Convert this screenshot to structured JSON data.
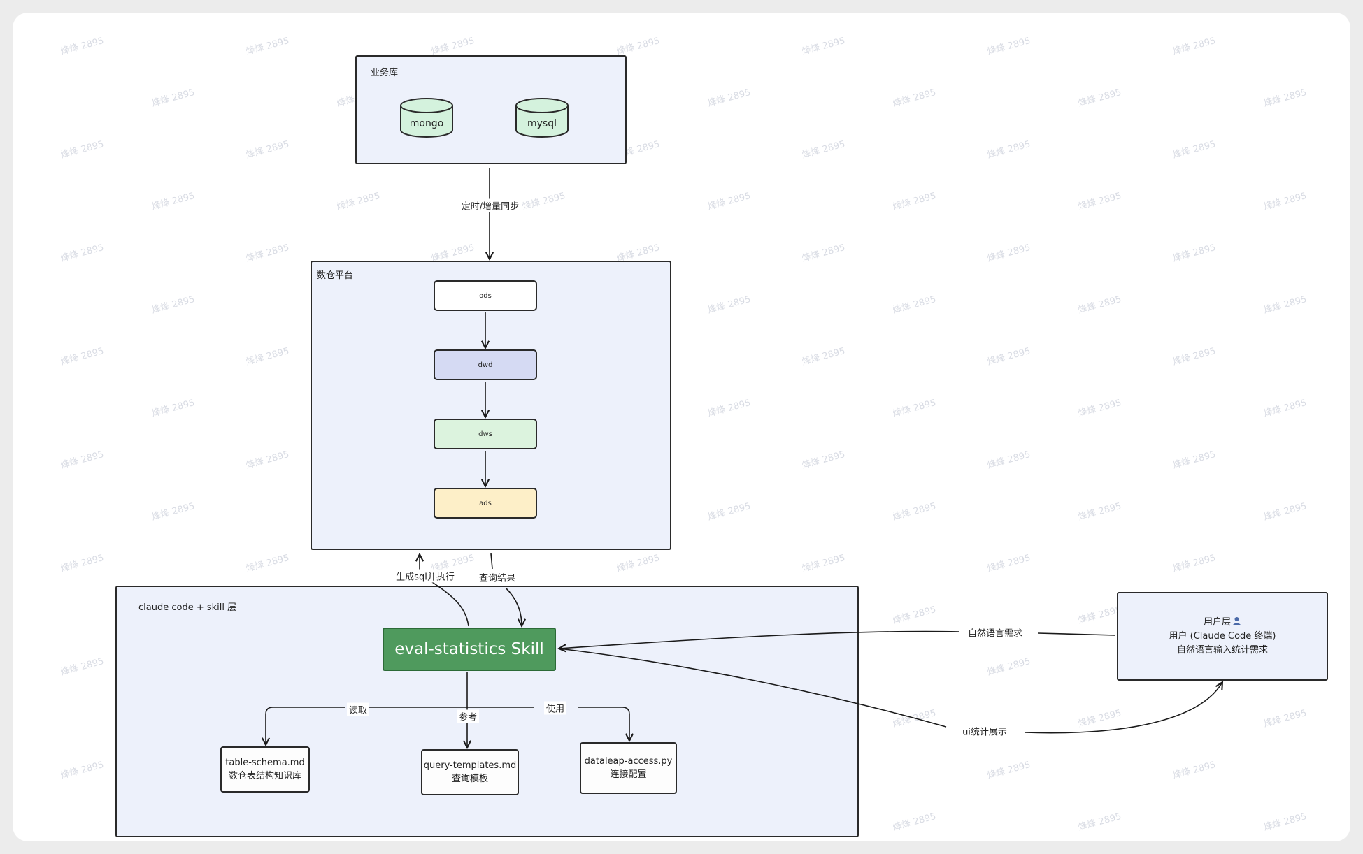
{
  "watermark": "烽烽 2895",
  "colors": {
    "group_bg": "#edf1fb",
    "ods": "#ffffff",
    "dwd": "#d5daf3",
    "dws": "#dcf3de",
    "ads": "#fdefc8",
    "db": "#d4f2dd",
    "skill": "#4f9a5d"
  },
  "business_db": {
    "title": "业务库",
    "dbs": [
      "mongo",
      "mysql"
    ]
  },
  "warehouse": {
    "title": "数仓平台",
    "layers": [
      "ods",
      "dwd",
      "dws",
      "ads"
    ]
  },
  "claude_layer": {
    "title": "claude code + skill 层",
    "skill": "eval-statistics Skill",
    "docs": [
      {
        "name": "table-schema.md",
        "desc": "数仓表结构知识库"
      },
      {
        "name": "query-templates.md",
        "desc": "查询模板"
      },
      {
        "name": "dataleap-access.py",
        "desc": "连接配置"
      }
    ]
  },
  "user_layer": {
    "title": "用户层",
    "title_icon": "user-icon",
    "line1": "用户 (Claude Code 终端)",
    "line2": "自然语言输入统计需求"
  },
  "edges": {
    "sync": "定时/增量同步",
    "gen_sql": "生成sql并执行",
    "query_result": "查询结果",
    "nl_request": "自然语言需求",
    "ui_display": "ui统计展示",
    "read": "读取",
    "reference": "参考",
    "use": "使用"
  }
}
